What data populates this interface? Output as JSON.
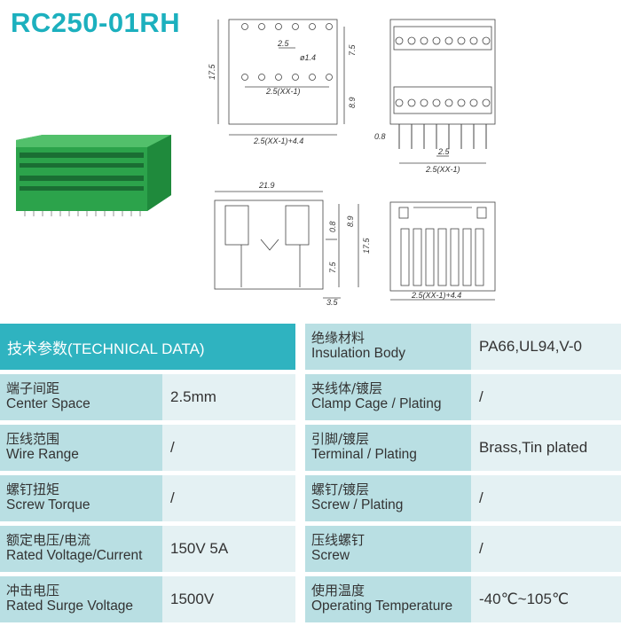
{
  "title": "RC250-01RH",
  "drawing_top_left": {
    "dim_height": "17.5",
    "dim_pitch": "2.5",
    "dim_hole": "ø1.4",
    "dim_pitch_n": "2.5(XX-1)",
    "dim_width": "2.5(XX-1)+4.4",
    "dim_75": "7.5",
    "dim_89": "8.9"
  },
  "drawing_top_right": {
    "dim_08": "0.8",
    "dim_pitch": "2.5",
    "dim_pitch_n": "2.5(XX-1)"
  },
  "drawing_bottom_left": {
    "dim_219": "21.9",
    "dim_08": "0.8",
    "dim_89": "8.9",
    "dim_175": "17.5",
    "dim_75": "7.5",
    "dim_35": "3.5"
  },
  "drawing_bottom_right": {
    "dim_width": "2.5(XX-1)+4.4"
  },
  "table": {
    "header": "技术参数(TECHNICAL DATA)",
    "left_rows": [
      {
        "zh": "端子间距",
        "en": "Center Space",
        "value": "2.5mm"
      },
      {
        "zh": "压线范围",
        "en": "Wire Range",
        "value": "/"
      },
      {
        "zh": "螺钉扭矩",
        "en": "Screw Torque",
        "value": "/"
      },
      {
        "zh": "额定电压/电流",
        "en": "Rated Voltage/Current",
        "value": "150V 5A"
      },
      {
        "zh": "冲击电压",
        "en": "Rated Surge Voltage",
        "value": "1500V"
      }
    ],
    "right_rows": [
      {
        "zh": "绝缘材料",
        "en": "Insulation Body",
        "value": "PA66,UL94,V-0"
      },
      {
        "zh": "夹线体/镀层",
        "en": "Clamp Cage / Plating",
        "value": "/"
      },
      {
        "zh": "引脚/镀层",
        "en": "Terminal / Plating",
        "value": "Brass,Tin plated"
      },
      {
        "zh": "螺钉/镀层",
        "en": "Screw / Plating",
        "value": "/"
      },
      {
        "zh": "压线螺钉",
        "en": "Screw",
        "value": "/"
      },
      {
        "zh": "使用温度",
        "en": "Operating Temperature",
        "value": "-40℃~105℃"
      }
    ]
  },
  "colors": {
    "accent": "#2fb3c0",
    "title": "#1cb0be",
    "label_bg": "#b9dfe3",
    "value_bg": "#e4f1f3",
    "product_green": "#2fa84f"
  }
}
